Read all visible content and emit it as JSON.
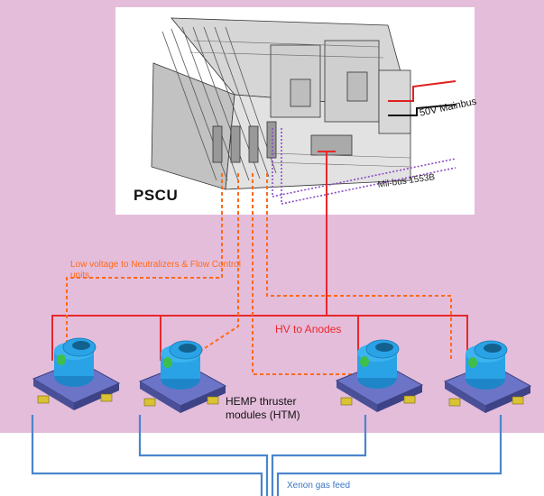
{
  "labels": {
    "pscu": "PSCU",
    "mainbus": "50V Mainbus",
    "milbus": "Mil-bus 1553B",
    "low_voltage": "Low voltage to Neutralizers & Flow Control units",
    "hv": "HV to Anodes",
    "htm": "HEMP thruster modules (HTM)",
    "xenon": "Xenon gas feed"
  },
  "colors": {
    "background": "#e4bddb",
    "lower_background": "#ffffff",
    "hv_line": "#e8282b",
    "low_voltage_line": "#ff6a1a",
    "milbus_line": "#8a4cc4",
    "xenon_line": "#4a86cc",
    "mainbus_positive": "#e02020",
    "mainbus_return": "#111111",
    "thruster_body": "#2aa3e6",
    "thruster_base": "#6c74c8"
  }
}
